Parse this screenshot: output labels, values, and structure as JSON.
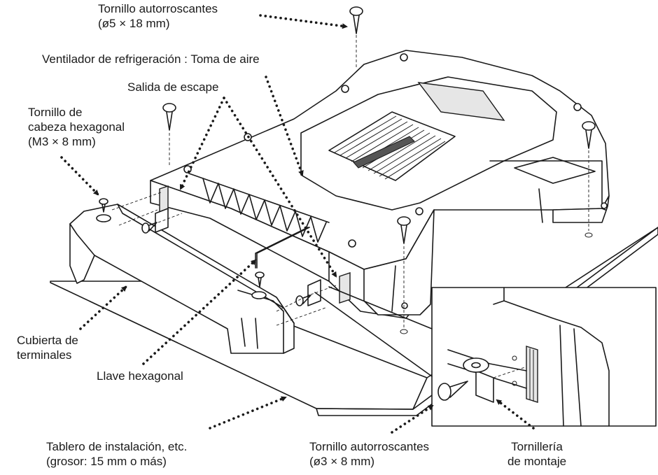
{
  "labels": {
    "screw_top": [
      "Tornillo autorroscantes",
      "(ø5 × 18 mm)"
    ],
    "fan": "Ventilador de refrigeración : Toma de aire",
    "exhaust": "Salida de escape",
    "hex_screw": [
      "Tornillo de",
      "cabeza hexagonal",
      "(M3 × 8 mm)"
    ],
    "terminal_cover": [
      "Cubierta de",
      "terminales"
    ],
    "hex_key": "Llave hexagonal",
    "board": [
      "Tablero de instalación, etc.",
      "(grosor: 15 mm o más)"
    ],
    "screw_bottom": [
      "Tornillo autorroscantes",
      "(ø3 × 8 mm)"
    ],
    "bracket": [
      "Tornillería",
      "de montaje"
    ]
  }
}
